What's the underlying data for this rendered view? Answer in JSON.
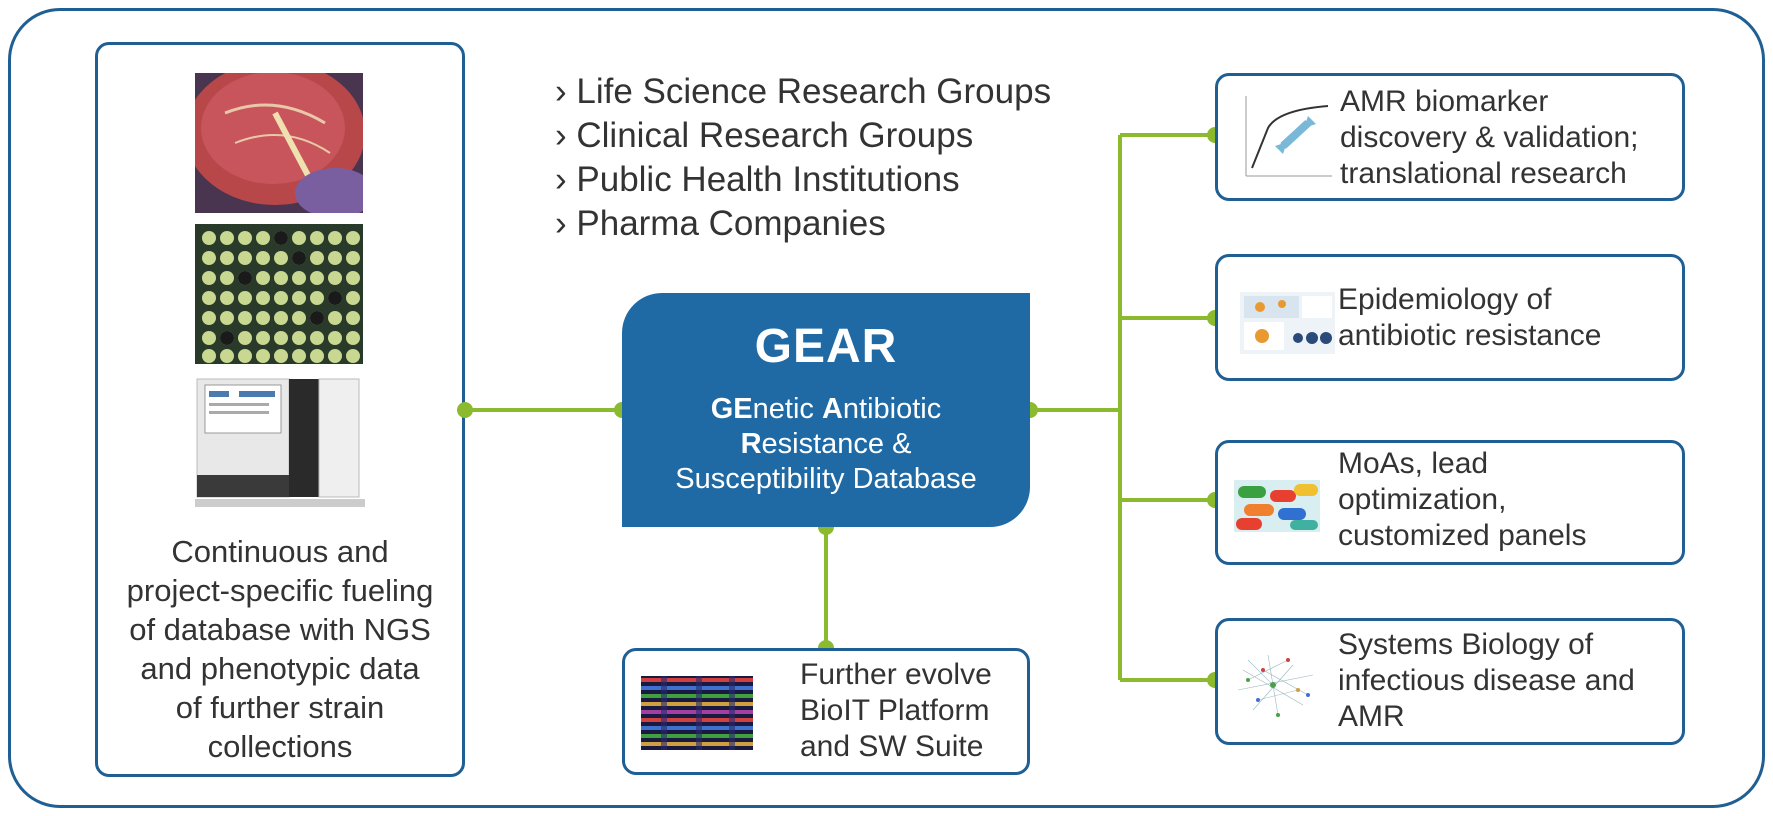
{
  "audience": [
    "› Life Science Research Groups",
    "› Clinical Research Groups",
    "› Public Health Institutions",
    "› Pharma Companies"
  ],
  "left_panel": {
    "caption": "Continuous and\nproject-specific fueling\nof database with NGS\nand phenotypic data\nof further strain\ncollections"
  },
  "gear": {
    "title": "GEAR",
    "line1_b1": "GE",
    "line1_t1": "netic ",
    "line1_b2": "A",
    "line1_t2": "ntibiotic",
    "line2_b1": "R",
    "line2_t1": "esistance &",
    "line3": "Susceptibility Database"
  },
  "bottom_box": {
    "label": "Further evolve\nBioIT Platform\nand SW Suite"
  },
  "outputs": [
    {
      "label": "AMR biomarker\ndiscovery & validation;\ntranslational research",
      "icon": "biomarker-curve-thumbnail"
    },
    {
      "label": "Epidemiology of\nantibiotic resistance",
      "icon": "epidemiology-map-thumbnail"
    },
    {
      "label": "MoAs, lead\noptimization,\ncustomized panels",
      "icon": "pills-thumbnail"
    },
    {
      "label": "Systems Biology of\ninfectious disease and\nAMR",
      "icon": "network-thumbnail"
    }
  ],
  "colors": {
    "frame_blue": "#1f5f93",
    "gear_fill": "#1f6aa5",
    "connector_green": "#8bba2f"
  }
}
